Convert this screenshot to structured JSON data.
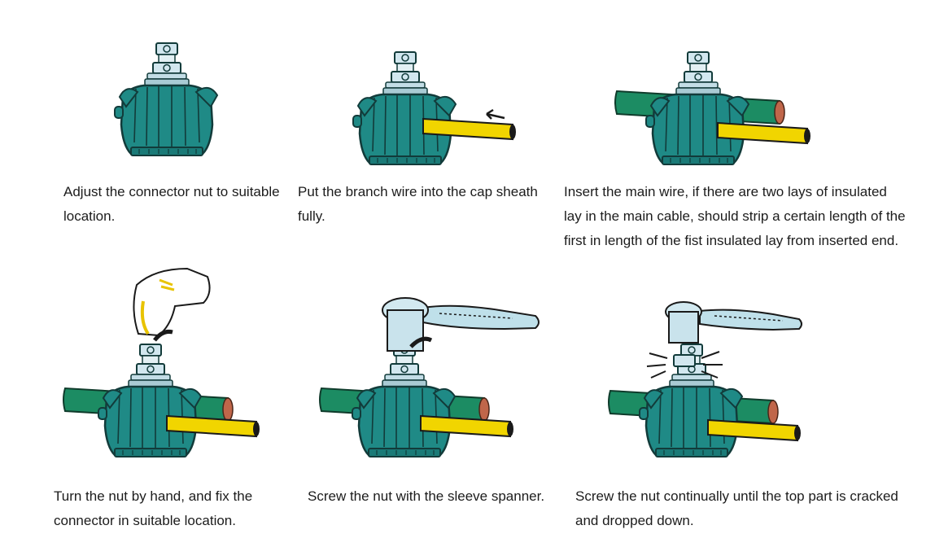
{
  "steps": [
    {
      "text": "Adjust the connector nut to suitable location."
    },
    {
      "text": "Put the branch wire into the cap sheath fully."
    },
    {
      "text": "Insert the main wire, if there are two lays of insulated lay in the main cable, should strip a certain length of the first in length of the fist insulated lay from inserted end."
    },
    {
      "text": "Turn the nut by hand, and fix the connector in suitable location."
    },
    {
      "text": "Screw the nut with the sleeve spanner."
    },
    {
      "text": "Screw the nut continually until the top part is cracked and dropped down."
    }
  ],
  "colors": {
    "connector_body": "#1f8a86",
    "connector_outline": "#123b3a",
    "main_wire": "#1c8c63",
    "branch_wire": "#f1d500",
    "nut": "#cfe6ee",
    "spanner": "#bfe0ea",
    "glove": "#ffffff",
    "copper": "#c0664a"
  }
}
